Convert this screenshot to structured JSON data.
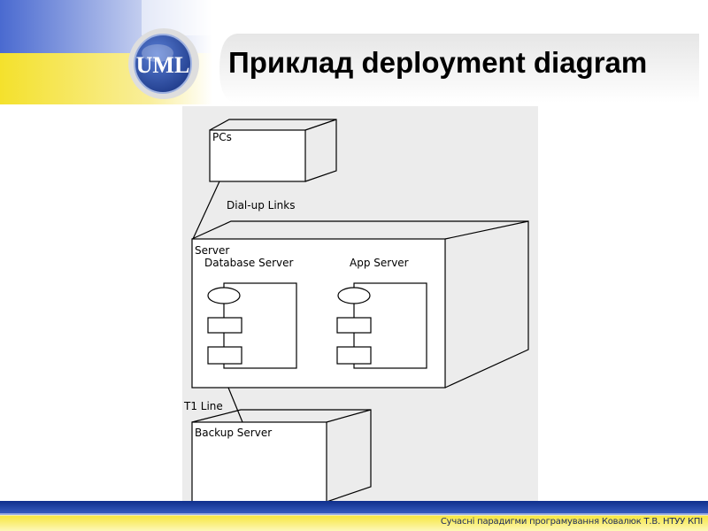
{
  "slide": {
    "title": "Приклад deployment diagram",
    "logo_text": "UML",
    "footer": "Сучасні парадигми програмування Ковалюк Т.В. НТУУ КПІ"
  },
  "diagram": {
    "nodes": {
      "pcs": "PCs",
      "server": "Server",
      "backup_server": "Backup Server"
    },
    "components": {
      "database_server": "Database Server",
      "app_server": "App Server"
    },
    "links": {
      "dialup": "Dial-up Links",
      "t1": "T1 Line"
    }
  },
  "colors": {
    "band_blue": "#2f55b5",
    "band_yellow": "#f2dc2a",
    "logo_blue": "#2d4fa8",
    "footer_text": "#1b2a5a"
  }
}
